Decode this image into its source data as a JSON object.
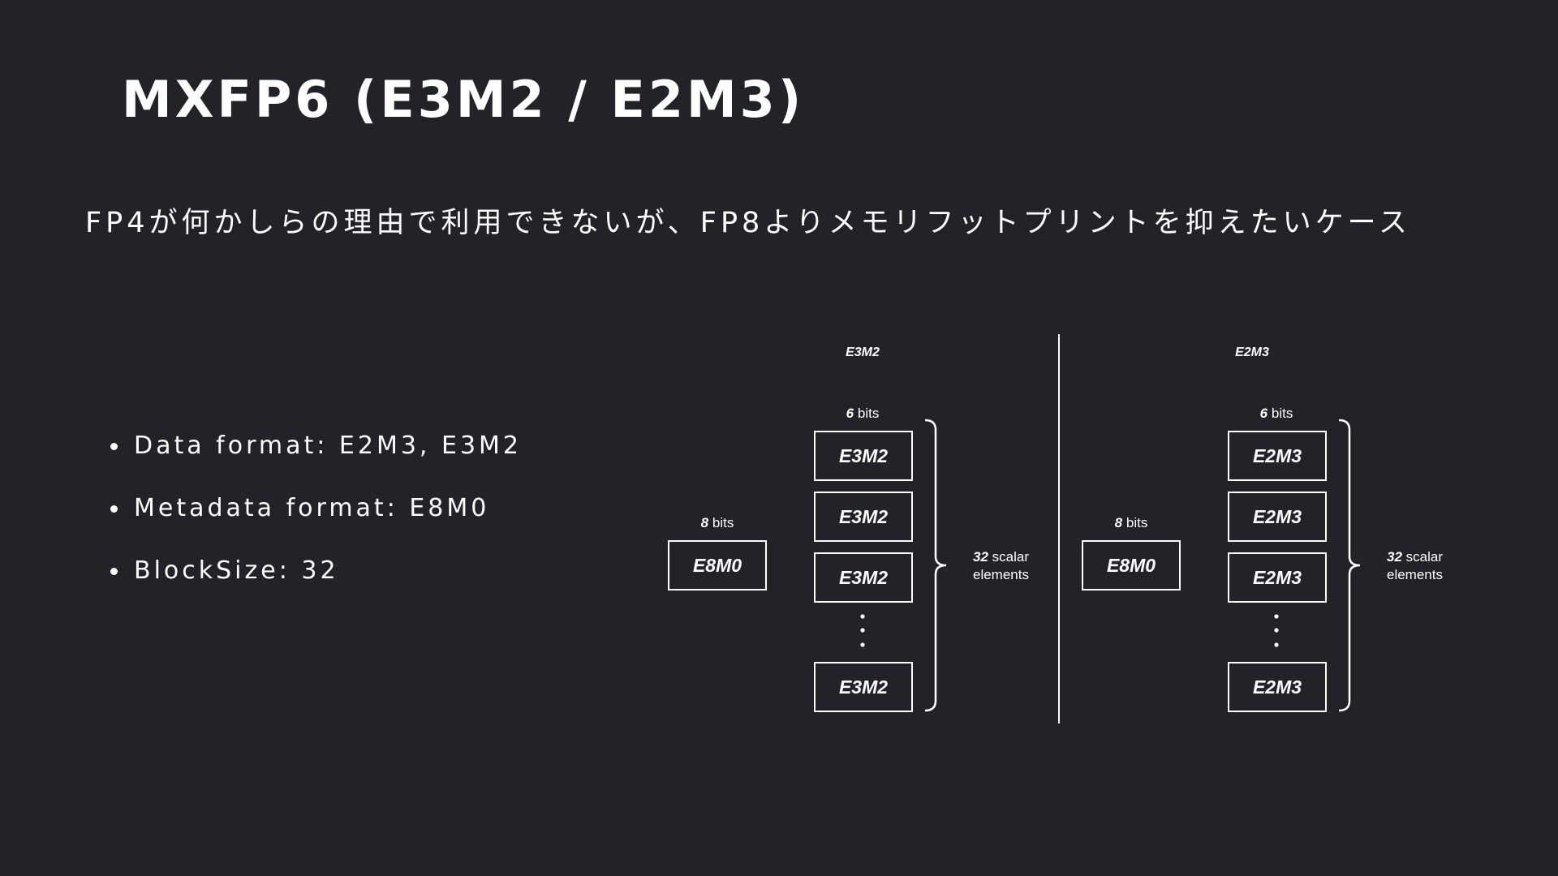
{
  "title": "MXFP6 (E3M2 / E2M3)",
  "subtitle": "FP4が何かしらの理由で利用できないが、FP8よりメモリフットプリントを抑えたいケース",
  "bullets": [
    "Data format: E2M3, E3M2",
    "Metadata format: E8M0",
    "BlockSize: 32"
  ],
  "diagrams": [
    {
      "heading": "E3M2",
      "meta_bits_num": "8",
      "meta_bits_word": "bits",
      "meta_label": "E8M0",
      "elem_bits_num": "6",
      "elem_bits_word": "bits",
      "element_label": "E3M2",
      "count_num": "32",
      "count_word": "scalar",
      "count_line2": "elements"
    },
    {
      "heading": "E2M3",
      "meta_bits_num": "8",
      "meta_bits_word": "bits",
      "meta_label": "E8M0",
      "elem_bits_num": "6",
      "elem_bits_word": "bits",
      "element_label": "E2M3",
      "count_num": "32",
      "count_word": "scalar",
      "count_line2": "elements"
    }
  ]
}
